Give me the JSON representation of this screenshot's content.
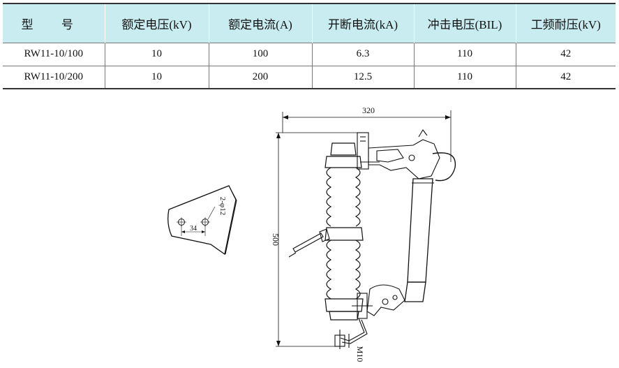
{
  "table": {
    "headers": [
      "型 号",
      "额定电压(kV)",
      "额定电流(A)",
      "开断电流(kA)",
      "冲击电压(BIL)",
      "工频耐压(kV)"
    ],
    "rows": [
      [
        "RW11-10/100",
        "10",
        "100",
        "6.3",
        "110",
        "42"
      ],
      [
        "RW11-10/200",
        "10",
        "200",
        "12.5",
        "110",
        "42"
      ]
    ]
  },
  "drawing": {
    "dim_width": "320",
    "dim_height": "500",
    "bolt_label": "M10",
    "hole_label": "2-φ12",
    "hole_spacing": "34",
    "colors": {
      "header_bg": "#c9ecf1",
      "line": "#111111"
    }
  }
}
